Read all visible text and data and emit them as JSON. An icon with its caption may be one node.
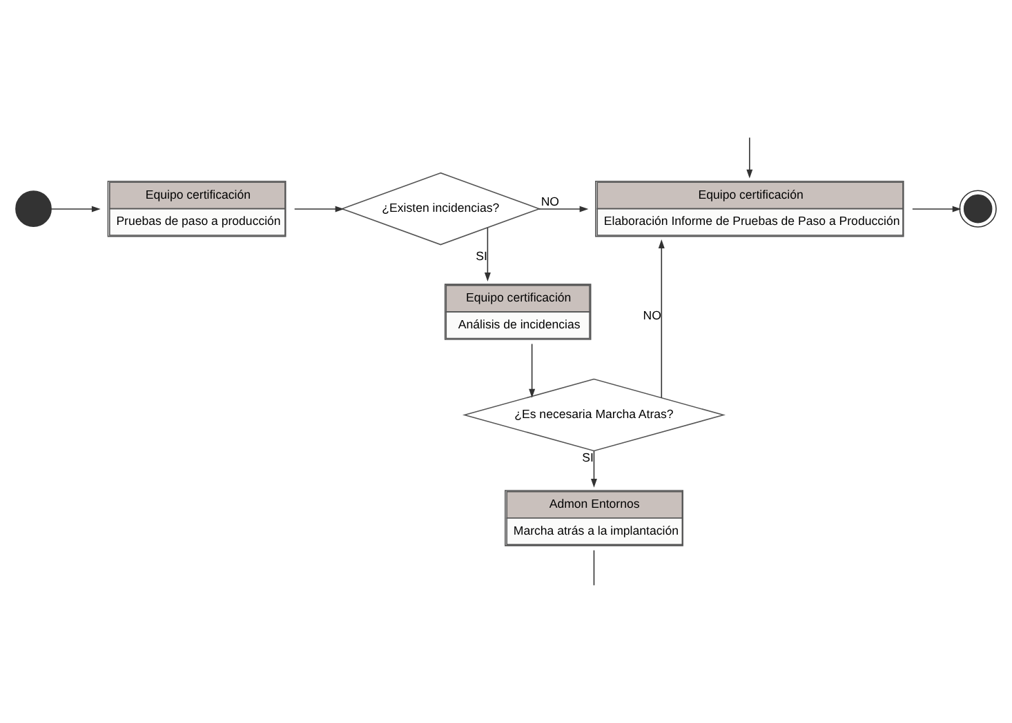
{
  "diagram": {
    "nodes": [
      {
        "text": [],
        "shape": "circle"
      },
      {
        "text": [
          "Equipo certificación",
          "Pruebas de paso a producción"
        ]
      },
      {
        "text": [
          "¿Existen incidencias?"
        ]
      },
      {
        "text": [
          "Equipo certificación",
          "Elaboración Informe de Pruebas de Paso a Producción"
        ]
      },
      {
        "text": [],
        "shape": "ring"
      },
      {
        "text": [
          "Equipo certificación",
          "Análisis de incidencias"
        ]
      },
      {
        "text": [
          "¿Es necesaria Marcha Atras?"
        ]
      },
      {
        "text": [
          "Admon Entornos",
          "Marcha atrás a la implantación"
        ]
      }
    ],
    "edges": [
      {
        "from": 0,
        "to": 1,
        "arrow": "to"
      },
      {
        "from": 1,
        "to": 2,
        "arrow": "to"
      },
      {
        "from": 2,
        "to": 3,
        "arrow": "to",
        "label": "NO"
      },
      {
        "from": 3,
        "to": 4,
        "arrow": "to"
      },
      {
        "from": 2,
        "to": 5,
        "arrow": "to",
        "label": "SI"
      },
      {
        "from": 5,
        "to": 6,
        "arrow": "to"
      },
      {
        "from": 6,
        "to": 3,
        "arrow": "to",
        "label": "NO"
      },
      {
        "from": 6,
        "to": 7,
        "arrow": "to",
        "label": "SI"
      },
      {
        "from": 7,
        "to": null,
        "arrow": "none"
      },
      {
        "from": null,
        "to": 3,
        "arrow": "to"
      }
    ]
  }
}
